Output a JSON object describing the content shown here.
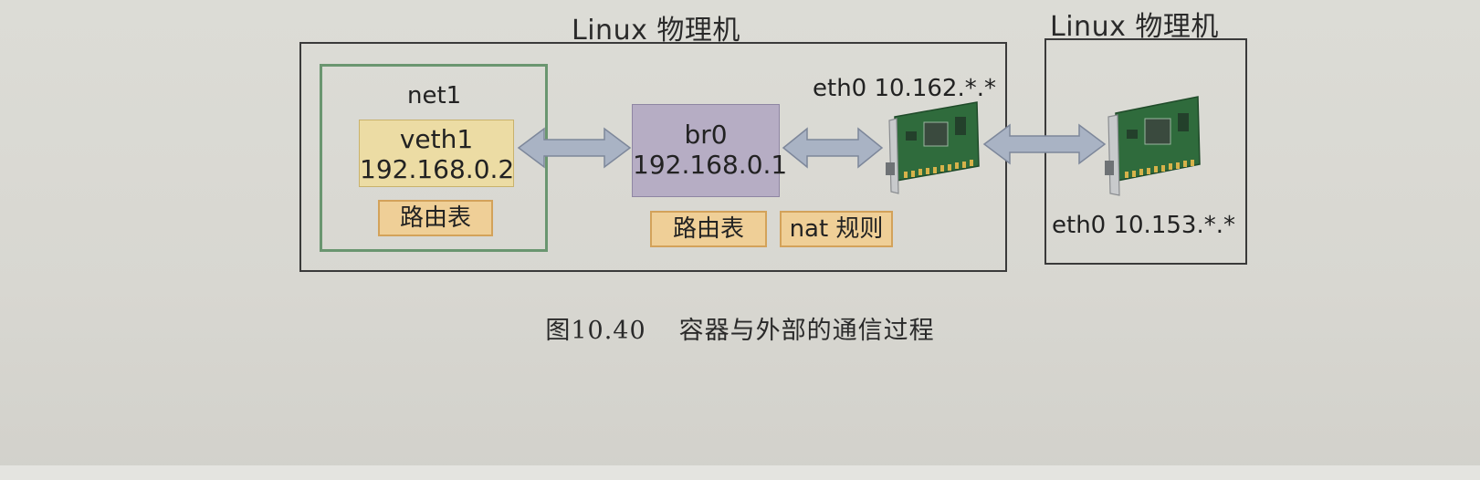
{
  "figure": {
    "left_host": {
      "title": "Linux 物理机",
      "namespace": {
        "name": "net1",
        "veth": {
          "name": "veth1",
          "ip": "192.168.0.2"
        },
        "route_table": "路由表"
      },
      "bridge": {
        "name": "br0",
        "ip": "192.168.0.1"
      },
      "route_table": "路由表",
      "nat_rules": "nat 规则",
      "nic": {
        "label": "eth0 10.162.*.*"
      }
    },
    "right_host": {
      "title": "Linux 物理机",
      "nic": {
        "label": "eth0 10.153.*.*"
      }
    }
  },
  "caption": {
    "number": "图10.40",
    "text": "容器与外部的通信过程"
  },
  "colors": {
    "interface_fill": "#ecdca4",
    "tag_fill": "#efcf97",
    "bridge_fill": "#b6adc4",
    "namespace_border": "#6a9670",
    "arrow_fill": "#a9b3c4",
    "nic_board": "#2f6b3c"
  }
}
